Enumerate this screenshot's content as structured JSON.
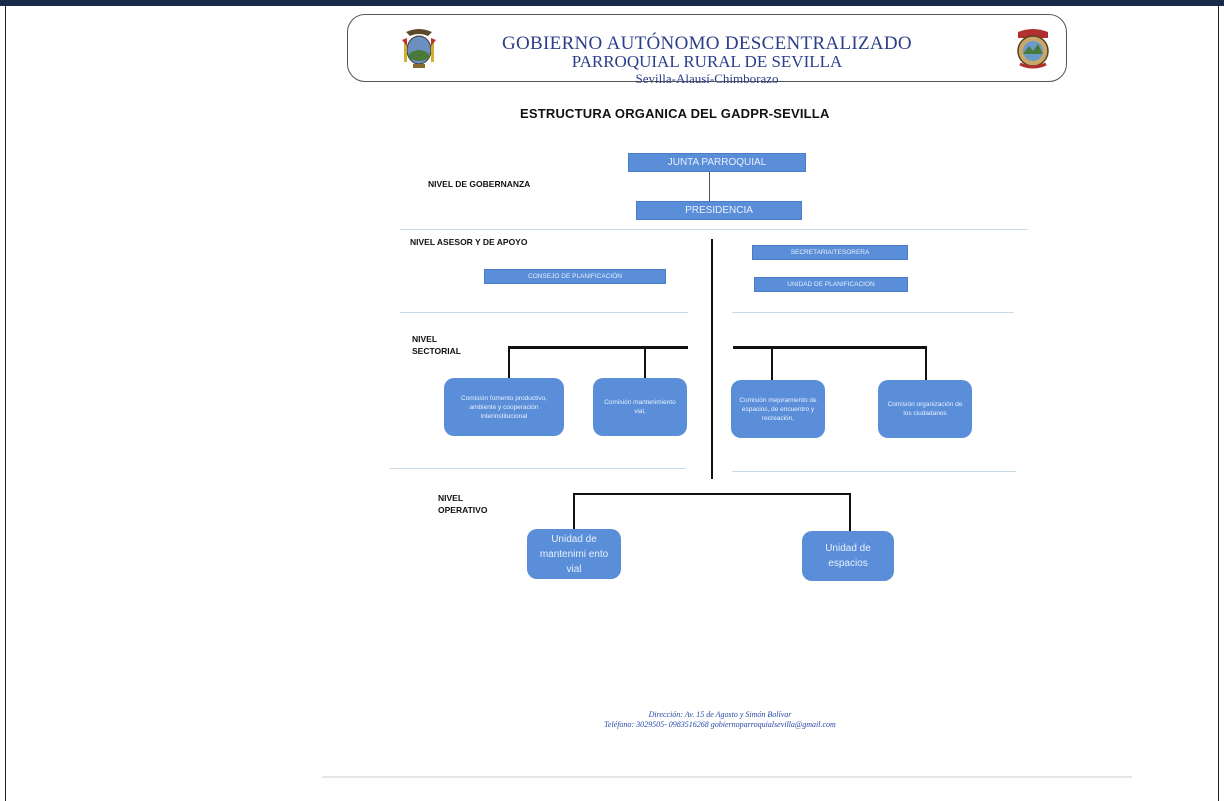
{
  "header": {
    "line1": "GOBIERNO AUTÓNOMO DESCENTRALIZADO",
    "line2": "PARROQUIAL RURAL DE SEVILLA",
    "line3": "Sevilla-Alausí-Chimborazo",
    "left_crest_icon": "ecuador-coat-of-arms-icon",
    "right_crest_icon": "parish-seal-icon"
  },
  "title": "ESTRUCTURA ORGANICA DEL  GADPR-SEVILLA",
  "levels": {
    "gobernanza": "NIVEL DE GOBERNANZA",
    "asesor": "NIVEL ASESOR Y DE APOYO",
    "sectorial_1": "NIVEL",
    "sectorial_2": "SECTORIAL",
    "operativo_1": "NIVEL",
    "operativo_2": "OPERATIVO"
  },
  "boxes": {
    "junta": "JUNTA PARROQUIAL",
    "presidencia": "PRESIDENCIA",
    "consejo": "CONSEJO DE  PLANIFICACIÓN",
    "secretaria": "SECRETARIA/TESORERA",
    "unidad_planificacion": "UNIDAD DE  PLANIFICACION",
    "comision_fomento": "Comisión  fomento productivo, ambiente y cooperación interinstitucional",
    "comision_mantenimiento": "Comisión mantenimiento vial,",
    "comision_mejoramiento": "Comisión mejoramiento de espacios, de encuentro y recreación,",
    "comision_organizacion": "Comisión organización de los ciudadanos",
    "unidad_mantenimiento": "Unidad de mantenimi ento vial",
    "unidad_espacios": "Unidad de espacios"
  },
  "footer": {
    "address": "Dirección: Av. 15 de Agosto y Simón Bolívar",
    "phone": "Teléfono: 3029505- 0983516268 gobiernoparroquialsevilla@gmail.com"
  },
  "colors": {
    "box": "#5b8ed8",
    "header_text": "#2a3e8a",
    "footer_text": "#2a48a8"
  }
}
